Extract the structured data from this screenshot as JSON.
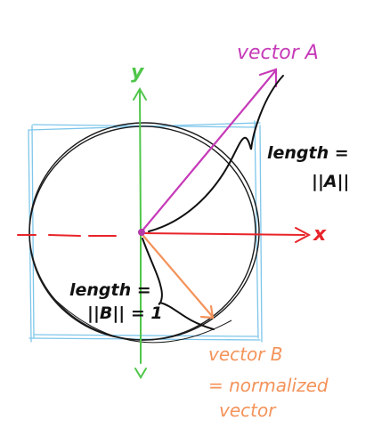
{
  "colors": {
    "vector_a": "#c63ab8",
    "vector_b": "#f4935a",
    "x_axis": "#e8242a",
    "y_axis": "#4fc64a",
    "circle": "#1a1a1a",
    "square": "#7ec6ea"
  },
  "labels": {
    "vector_a": "vector A",
    "x_axis": "x",
    "y_axis": "y",
    "length_a_line1": "length =",
    "length_a_line2": "||A||",
    "length_b_line1": "length =",
    "length_b_line2": "||B|| = 1",
    "vector_b": "vector B",
    "vector_b_note_line1": "= normalized",
    "vector_b_note_line2": "vector"
  }
}
